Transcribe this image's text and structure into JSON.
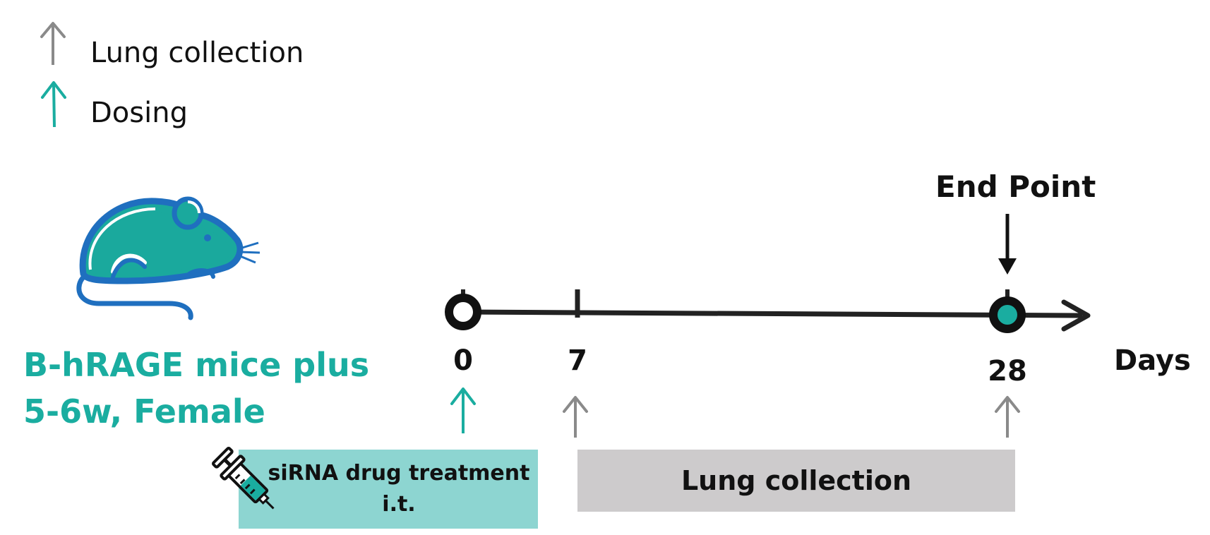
{
  "legend": {
    "collection_label": "Lung collection",
    "dosing_label": "Dosing",
    "collection_color": "#8a8a8a",
    "dosing_color": "#1aada0"
  },
  "subject": {
    "line1": "B-hRAGE mice plus",
    "line2": "5-6w, Female",
    "icon": "mouse-icon",
    "color": "#1aada0"
  },
  "timeline": {
    "unit_label": "Days",
    "end_point_label": "End Point",
    "ticks": [
      {
        "day": 0,
        "label": "0"
      },
      {
        "day": 7,
        "label": "7"
      },
      {
        "day": 28,
        "label": "28"
      }
    ],
    "dosing_days": [
      0
    ],
    "collection_days": [
      7,
      28
    ]
  },
  "phases": {
    "treatment_line1": "siRNA drug treatment",
    "treatment_line2": "i.t.",
    "treatment_icon": "syringe-icon",
    "collection_label": "Lung collection"
  }
}
